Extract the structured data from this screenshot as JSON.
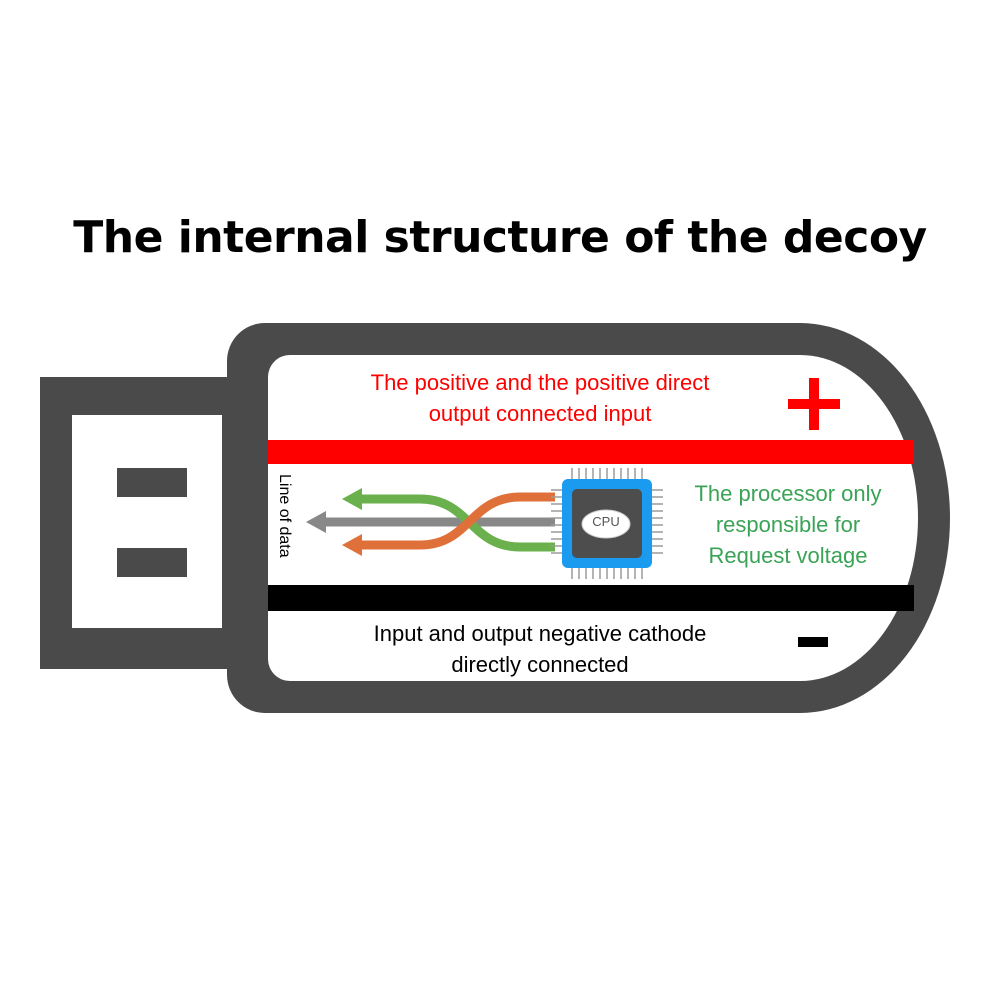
{
  "title": "The internal structure of the decoy",
  "positive_rail": {
    "label_line1": "The positive and the positive direct",
    "label_line2": "output connected input",
    "sign": "+",
    "color": "#ff0000"
  },
  "negative_rail": {
    "label_line1": "Input and output negative cathode",
    "label_line2": "directly connected",
    "sign": "-",
    "color": "#000000"
  },
  "processor": {
    "chip_label": "CPU",
    "note_line1": "The processor only",
    "note_line2": "responsible for",
    "note_line3": "Request voltage",
    "note_color": "#3aa356",
    "chip_color": "#1a9bf0"
  },
  "data_lines": {
    "label": "Line of data",
    "colors": [
      "#6ab04c",
      "#888888",
      "#e0703a"
    ]
  },
  "colors": {
    "casing": "#4a4a4a",
    "text": "#000000"
  }
}
